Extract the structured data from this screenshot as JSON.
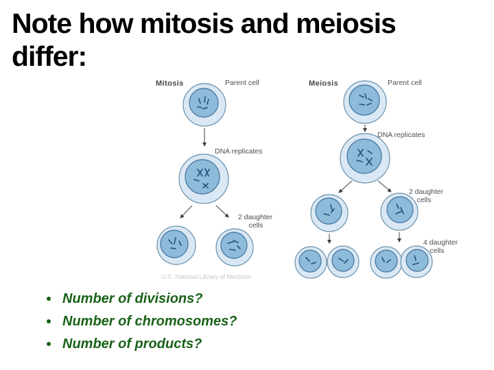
{
  "slide": {
    "background": "#ffffff",
    "title": {
      "line1": "Note how mitosis and meiosis",
      "line2": "differ:"
    },
    "bullets": [
      {
        "label": "Number of divisions?"
      },
      {
        "label": "Number of chromosomes?"
      },
      {
        "label": "Number of products?"
      }
    ]
  },
  "diagram": {
    "credit": "U.S. National Library of Medicine",
    "mitosis": {
      "title": "Mitosis",
      "parent_label": "Parent cell",
      "dna_label": "DNA replicates",
      "daughter_label_line1": "2 daughter",
      "daughter_label_line2": "cells"
    },
    "meiosis": {
      "title": "Meiosis",
      "parent_label": "Parent cell",
      "dna_label": "DNA replicates",
      "daughter2_label_line1": "2 daughter",
      "daughter2_label_line2": "cells",
      "daughter4_label_line1": "4 daughter",
      "daughter4_label_line2": "cells"
    },
    "colors": {
      "cell_outer_fill": "#d9e8f4",
      "cell_outer_stroke": "#6a8fa9",
      "nucleus_fill": "#8fbbda",
      "nucleus_stroke": "#41719c",
      "chromosome": "#1f4e79",
      "label_text": "#4d4d4d",
      "arrow": "#3f3f3f",
      "credit_text": "#c8c8c8",
      "bullet_green": "#176117",
      "title_black": "#000000"
    }
  }
}
